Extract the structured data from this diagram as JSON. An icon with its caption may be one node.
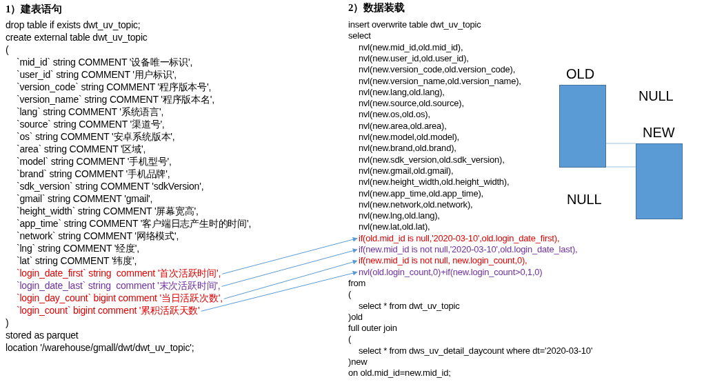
{
  "diagram": {
    "nodes": [
      {
        "text": [
          "`login_date_first` string  comment '首次活跃时间',"
        ]
      },
      {
        "text": [
          "`login_date_last` string  comment '末次活跃时间',"
        ]
      },
      {
        "text": [
          "`login_day_count` bigint comment '当日活跃次数',"
        ]
      },
      {
        "text": [
          "`login_count` bigint comment '累积活跃天数'"
        ]
      },
      {
        "text": [
          "if(old.mid_id is null,'2020-03-10',old.login_date_first),"
        ]
      },
      {
        "text": [
          "if(new.mid_id is not null,'2020-03-10',old.login_date_last),"
        ]
      },
      {
        "text": [
          "if(new.mid_id is not null, new.login_count,0),"
        ]
      },
      {
        "text": [
          "nvl(old.login_count,0)+if(new.login_count>0,1,0)"
        ]
      },
      {
        "text": [
          "OLD"
        ]
      },
      {
        "text": [
          "NEW"
        ]
      }
    ],
    "edges": [
      {
        "from": 0,
        "to": 4,
        "arrow": "to"
      },
      {
        "from": 1,
        "to": 5,
        "arrow": "to"
      },
      {
        "from": 2,
        "to": 6,
        "arrow": "to"
      },
      {
        "from": 3,
        "to": 7,
        "arrow": "to"
      },
      {
        "from": 8,
        "to": 9,
        "arrow": "none",
        "color": "#9dc3e6"
      },
      {
        "from": 8,
        "to": 9,
        "arrow": "none",
        "color": "#9dc3e6"
      }
    ],
    "labels": [
      "1）建表语句",
      "drop table if exists dwt_uv_topic;",
      "create external table dwt_uv_topic",
      "(",
      "`mid_id` string COMMENT '设备唯一标识',",
      "`user_id` string COMMENT '用户标识',",
      "`version_code` string COMMENT '程序版本号',",
      "`version_name` string COMMENT '程序版本名',",
      "`lang` string COMMENT '系统语言',",
      "`source` string COMMENT '渠道号',",
      "`os` string COMMENT '安卓系统版本',",
      "`area` string COMMENT '区域',",
      "`model` string COMMENT '手机型号',",
      "`brand` string COMMENT '手机品牌',",
      "`sdk_version` string COMMENT 'sdkVersion',",
      "`gmail` string COMMENT 'gmail',",
      "`height_width` string COMMENT '屏幕宽高',",
      "`app_time` string COMMENT '客户端日志产生时的时间',",
      "`network` string COMMENT '网络模式',",
      "`lng` string COMMENT '经度',",
      "`lat` string COMMENT '纬度',",
      ")",
      "stored as parquet",
      "location '/warehouse/gmall/dwt/dwt_uv_topic';",
      "2）数据装载",
      "insert overwrite table dwt_uv_topic",
      "select",
      "nvl(new.mid_id,old.mid_id),",
      "nvl(new.user_id,old.user_id),",
      "nvl(new.version_code,old.version_code),",
      "nvl(new.version_name,old.version_name),",
      "nvl(new.lang,old.lang),",
      "nvl(new.source,old.source),",
      "nvl(new.os,old.os),",
      "nvl(new.area,old.area),",
      "nvl(new.model,old.model),",
      "nvl(new.brand,old.brand),",
      "nvl(new.sdk_version,old.sdk_version),",
      "nvl(new.gmail,old.gmail),",
      "nvl(new.height_width,old.height_width),",
      "nvl(new.app_time,old.app_time),",
      "nvl(new.network,old.network),",
      "nvl(new.lng,old.lang),",
      "nvl(new.lat,old.lat),",
      "from",
      "(",
      "select * from dwt_uv_topic",
      ")old",
      "full outer join",
      "(",
      "select * from dws_uv_detail_daycount where dt='2020-03-10'",
      ")new",
      "on old.mid_id=new.mid_id;",
      "NULL",
      "NULL"
    ]
  }
}
